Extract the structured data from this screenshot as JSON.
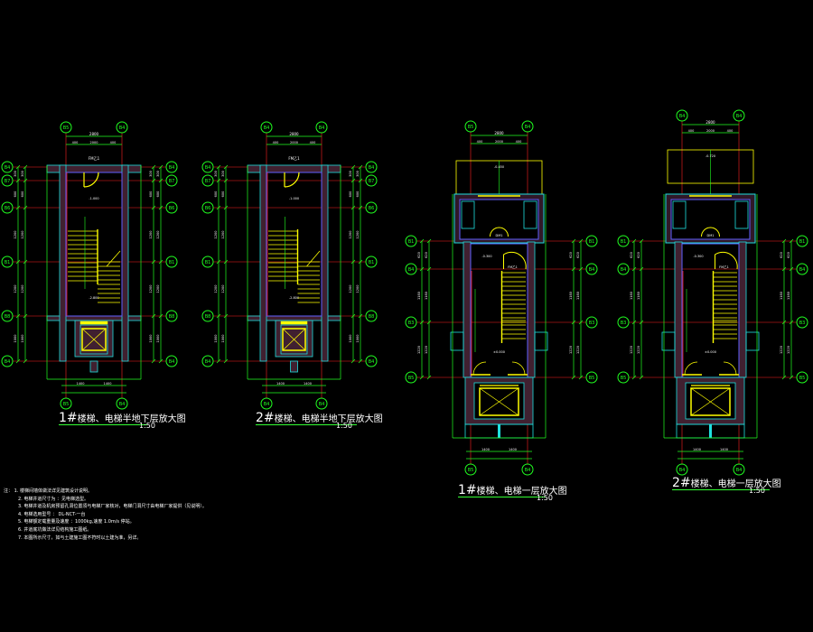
{
  "drawing": {
    "colors": {
      "axis": "#ff2020",
      "dim": "#20ff20",
      "wall": "#20e0e0",
      "stair": "#ffff00",
      "inner": "#6060ff",
      "wall_fill": "#ff4080",
      "text": "#ffffff"
    },
    "plans": [
      {
        "num": "1#",
        "title": "楼梯、电梯半地下层放大图",
        "scale": "1:50",
        "axes_top": [
          "B5",
          "B4"
        ],
        "axes_side": [
          "B4",
          "B7",
          "B6",
          "B1",
          "B8"
        ],
        "elev": [
          "-2.800",
          "-1.000"
        ],
        "door": "FM乙1"
      },
      {
        "num": "2#",
        "title": "楼梯、电梯半地下层放大图",
        "scale": "1:50",
        "axes_top": [
          "B4",
          "B4"
        ],
        "axes_side": [
          "B4",
          "B7",
          "B6",
          "B1",
          "B8"
        ],
        "elev": [
          "-2.800",
          "-1.000"
        ],
        "door": "FM乙1"
      },
      {
        "num": "1#",
        "title": "楼梯、电梯一层放大图",
        "scale": "1:50",
        "axes_top": [
          "B5",
          "B4"
        ],
        "axes_side": [
          "B1",
          "B4",
          "B3",
          "B5"
        ],
        "elev": [
          "-0.450",
          "-0.300",
          "±0.000"
        ],
        "door": "FM乙1"
      },
      {
        "num": "2#",
        "title": "楼梯、电梯一层放大图",
        "scale": "1:50",
        "axes_top": [
          "B4",
          "B4"
        ],
        "axes_side": [
          "B1",
          "B4",
          "B3",
          "B5"
        ],
        "elev": [
          "-0.720",
          "-0.300",
          "±0.000"
        ],
        "door": "FM乙1"
      }
    ]
  },
  "notes": {
    "label": "注：",
    "items": [
      "1. 楼梯间墙体做法详见建筑设计说明。",
      "2. 电梯井道尺寸为  ：见电梯选型。",
      "3. 电梯井道及机房预留孔洞位置须与电梯厂家核对，电梯门洞尺寸由电梯厂家提供（见说明）。",
      "4. 电梯选用型号    ： DL-NCT-一台",
      "5. 电梯额定载重量及速度    ：1000kg,速度 1.0m/s 停站。",
      "6. 井道底坑做法详见结构施工图纸。",
      "7. 本图所示尺寸，如与土建施工图不符时以土建为准，另详。"
    ]
  }
}
